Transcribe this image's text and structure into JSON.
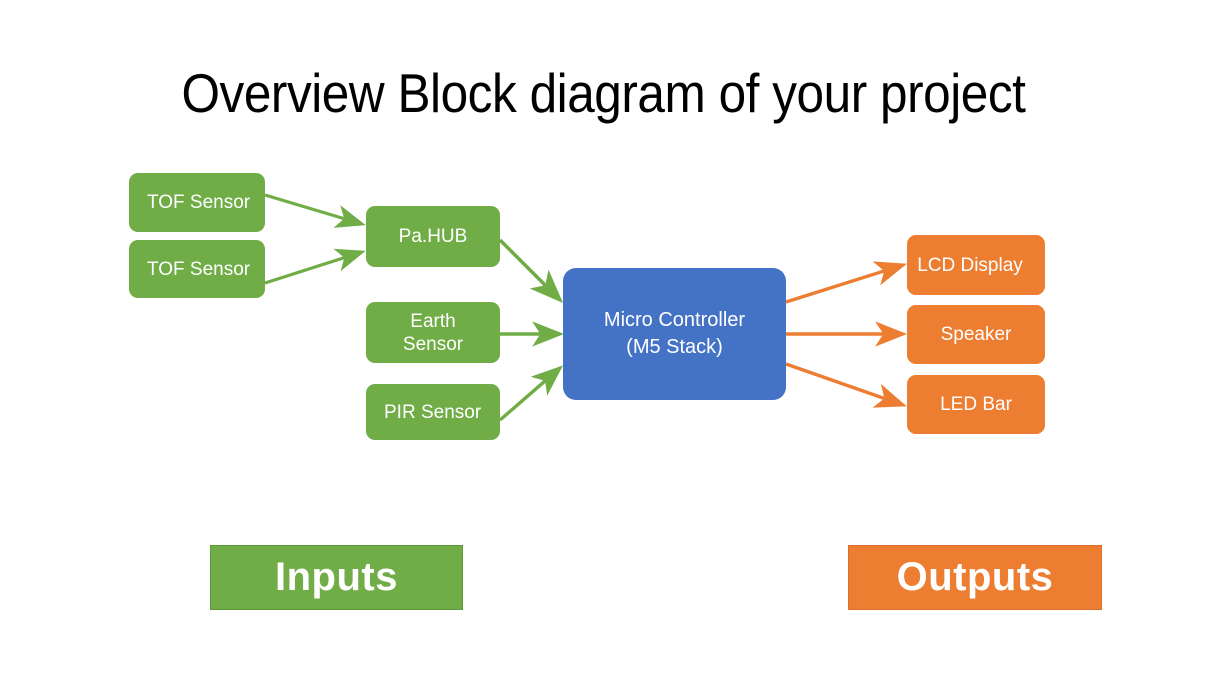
{
  "slide": {
    "title": "Overview Block diagram of your project",
    "background": "#ffffff"
  },
  "colors": {
    "input_green": "#70AD47",
    "controller_blue": "#4472C4",
    "output_orange": "#ED7D31",
    "text_white": "#FFFFFF",
    "title_black": "#000000"
  },
  "diagram": {
    "type": "block-diagram",
    "inputs": [
      {
        "id": "tof1",
        "label": "TOF Sensor",
        "color": "#70AD47"
      },
      {
        "id": "tof2",
        "label": "TOF Sensor",
        "color": "#70AD47"
      },
      {
        "id": "pahub",
        "label": "Pa.HUB",
        "color": "#70AD47"
      },
      {
        "id": "earth",
        "label": "Earth Sensor",
        "label_line1": "Earth",
        "label_line2": "Sensor",
        "color": "#70AD47"
      },
      {
        "id": "pir",
        "label": "PIR Sensor",
        "color": "#70AD47"
      }
    ],
    "controller": {
      "id": "mcu",
      "label_line1": "Micro Controller",
      "label_line2": "(M5 Stack)",
      "color": "#4472C4"
    },
    "outputs": [
      {
        "id": "lcd",
        "label": "LCD Display",
        "color": "#ED7D31"
      },
      {
        "id": "speaker",
        "label": "Speaker",
        "color": "#ED7D31"
      },
      {
        "id": "led",
        "label": "LED Bar",
        "color": "#ED7D31"
      }
    ],
    "connections": [
      {
        "from": "tof1",
        "to": "pahub",
        "color": "#70AD47"
      },
      {
        "from": "tof2",
        "to": "pahub",
        "color": "#70AD47"
      },
      {
        "from": "pahub",
        "to": "mcu",
        "color": "#70AD47"
      },
      {
        "from": "earth",
        "to": "mcu",
        "color": "#70AD47"
      },
      {
        "from": "pir",
        "to": "mcu",
        "color": "#70AD47"
      },
      {
        "from": "mcu",
        "to": "lcd",
        "color": "#ED7D31"
      },
      {
        "from": "mcu",
        "to": "speaker",
        "color": "#ED7D31"
      },
      {
        "from": "mcu",
        "to": "led",
        "color": "#ED7D31"
      }
    ]
  },
  "legend": {
    "inputs_label": "Inputs",
    "outputs_label": "Outputs"
  }
}
